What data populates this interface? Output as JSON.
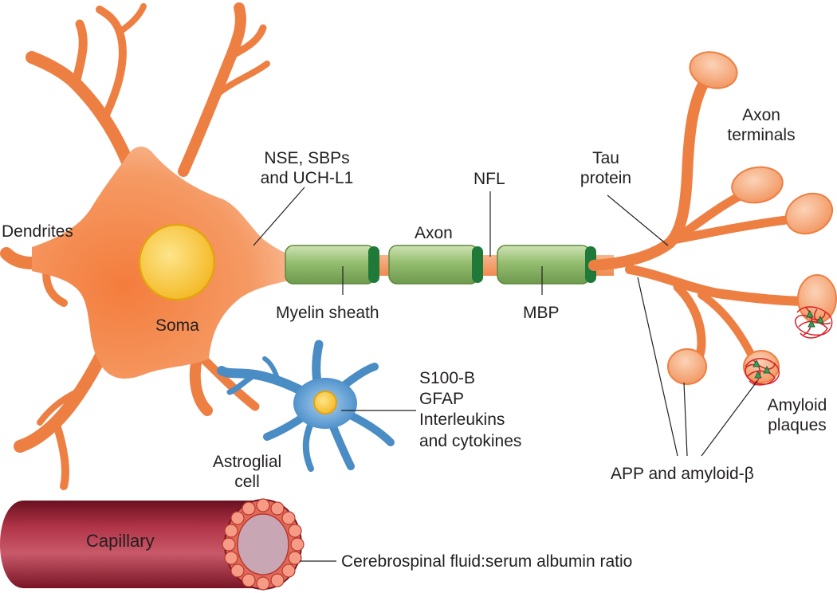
{
  "labels": {
    "dendrites": "Dendrites",
    "soma": "Soma",
    "nse_line1": "NSE, SBPs",
    "nse_line2": "and UCH-L1",
    "axon": "Axon",
    "nfl": "NFL",
    "tau_line1": "Tau",
    "tau_line2": "protein",
    "axon_terminals_line1": "Axon",
    "axon_terminals_line2": "terminals",
    "myelin_sheath": "Myelin sheath",
    "mbp": "MBP",
    "s100b": "S100-B",
    "gfap": "GFAP",
    "interleukins": "Interleukins",
    "cytokines": "and cytokines",
    "astroglial_line1": "Astroglial",
    "astroglial_line2": "cell",
    "amyloid_line1": "Amyloid",
    "amyloid_line2": "plaques",
    "app": "APP and amyloid-β",
    "capillary": "Capillary",
    "csf": "Cerebrospinal fluid:serum albumin ratio"
  },
  "colors": {
    "neuron": "#f08a50",
    "neuron_light": "#f9c7a6",
    "nucleus": "#f7c531",
    "myelin": "#8fb86a",
    "myelin_edge": "#1f7a3a",
    "astrocyte": "#4f8fc6",
    "capillary": "#a3283a",
    "plaque": "#d62027"
  }
}
